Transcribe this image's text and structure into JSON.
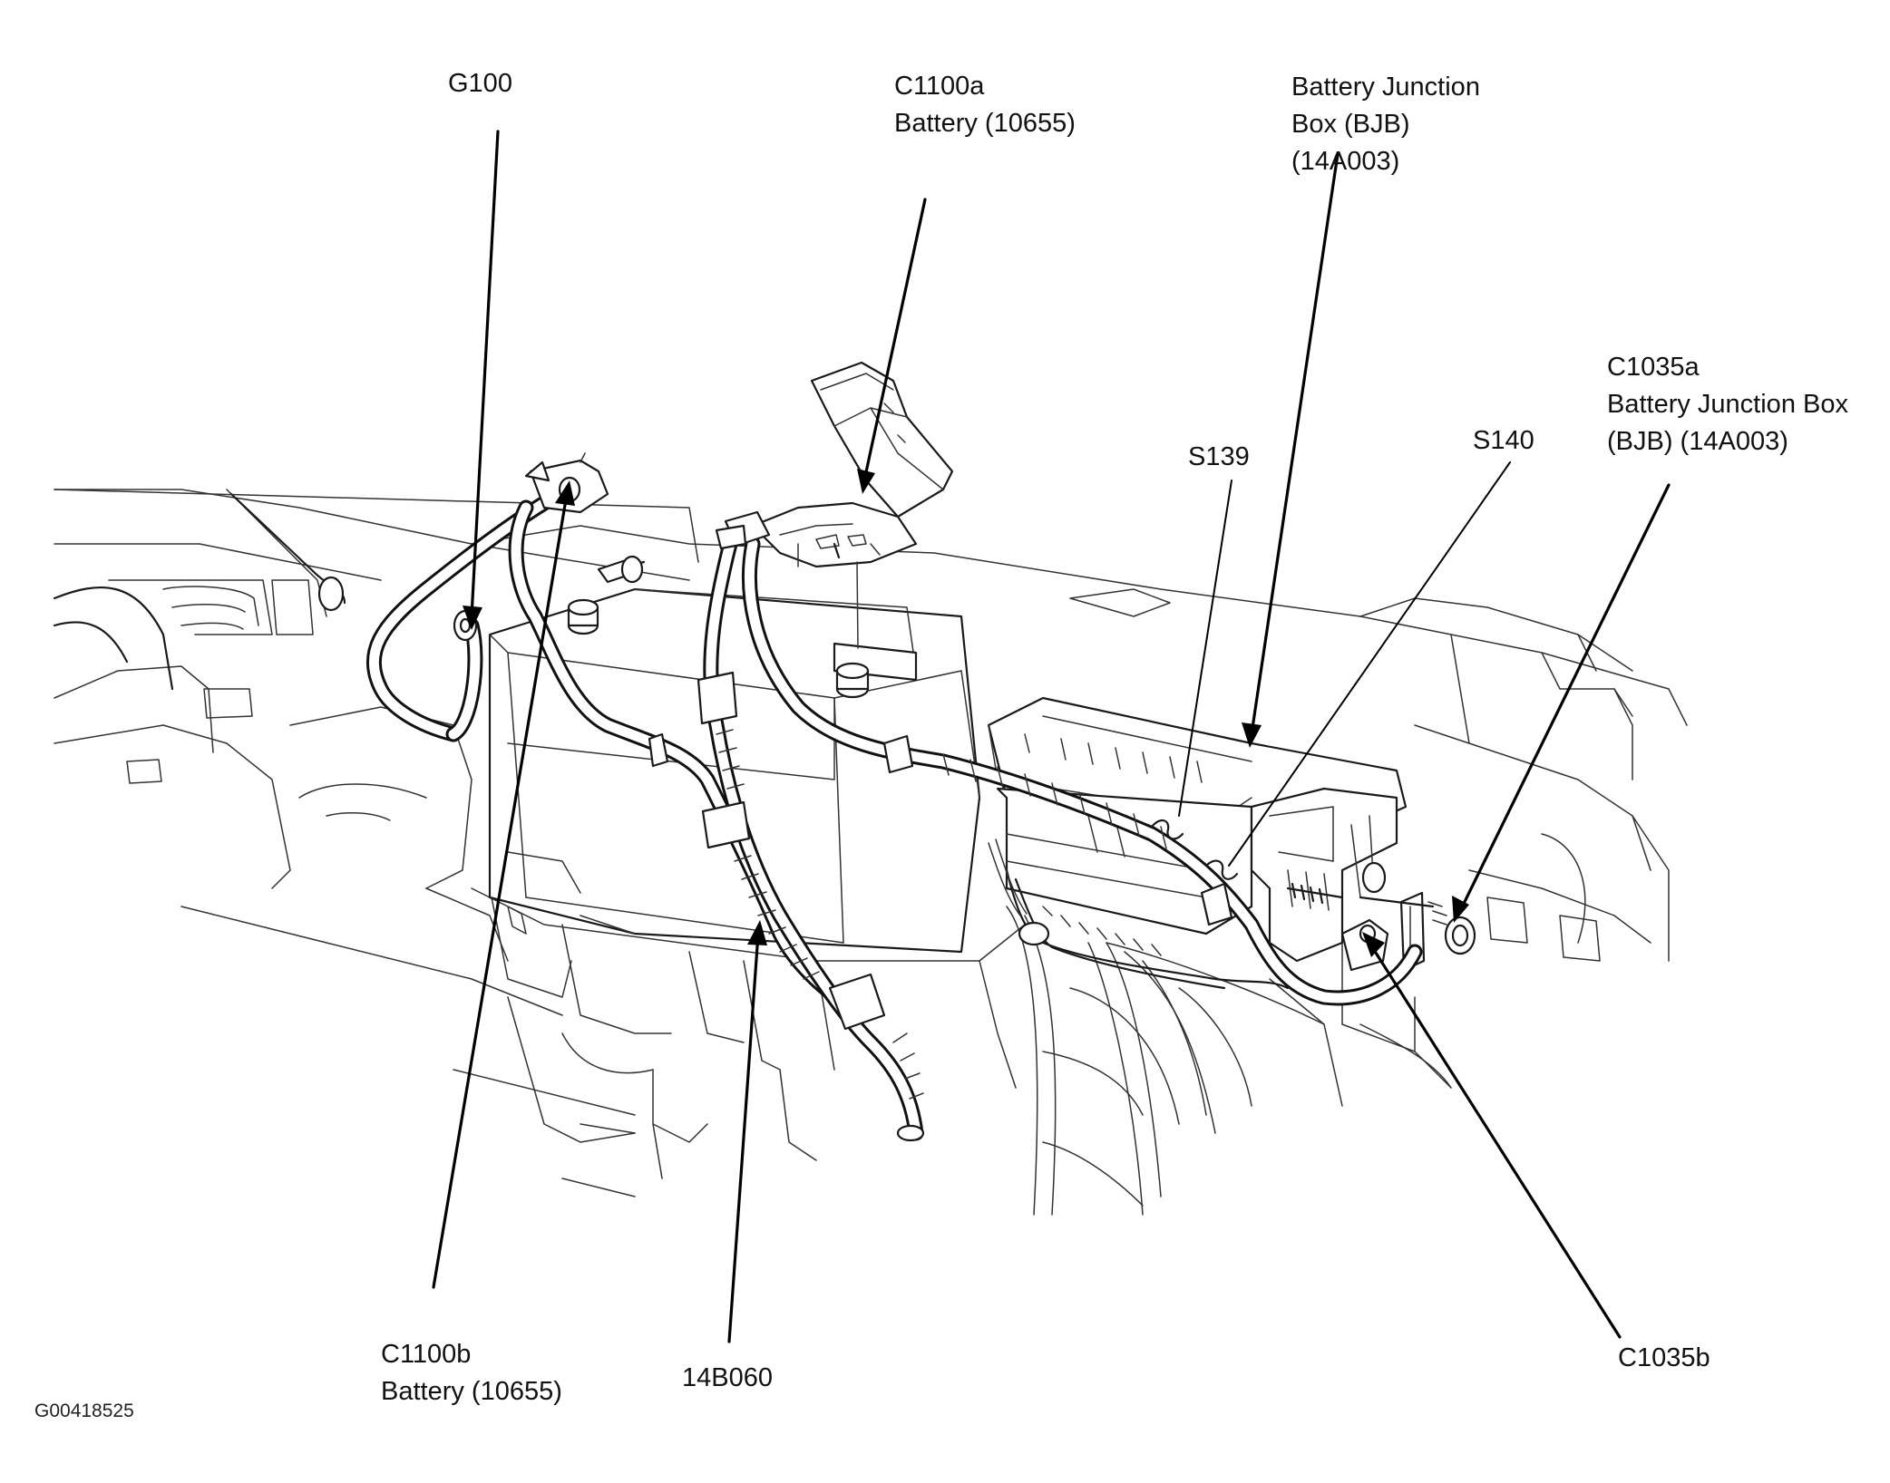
{
  "labels": {
    "g100": "G100",
    "c1100a_line1": "C1100a",
    "c1100a_line2": "Battery (10655)",
    "bjb_line1": "Battery Junction",
    "bjb_line2": "Box (BJB)",
    "bjb_line3": "(14A003)",
    "c1035a_line1": "C1035a",
    "c1035a_line2": "Battery Junction Box",
    "c1035a_line3": "(BJB) (14A003)",
    "s139": "S139",
    "s140": "S140",
    "c1100b_line1": "C1100b",
    "c1100b_line2": "Battery (10655)",
    "harness": "14B060",
    "c1035b": "C1035b"
  },
  "figure_id": "G00418525",
  "colors": {
    "line": "#1a1a1a",
    "background": "#ffffff"
  }
}
